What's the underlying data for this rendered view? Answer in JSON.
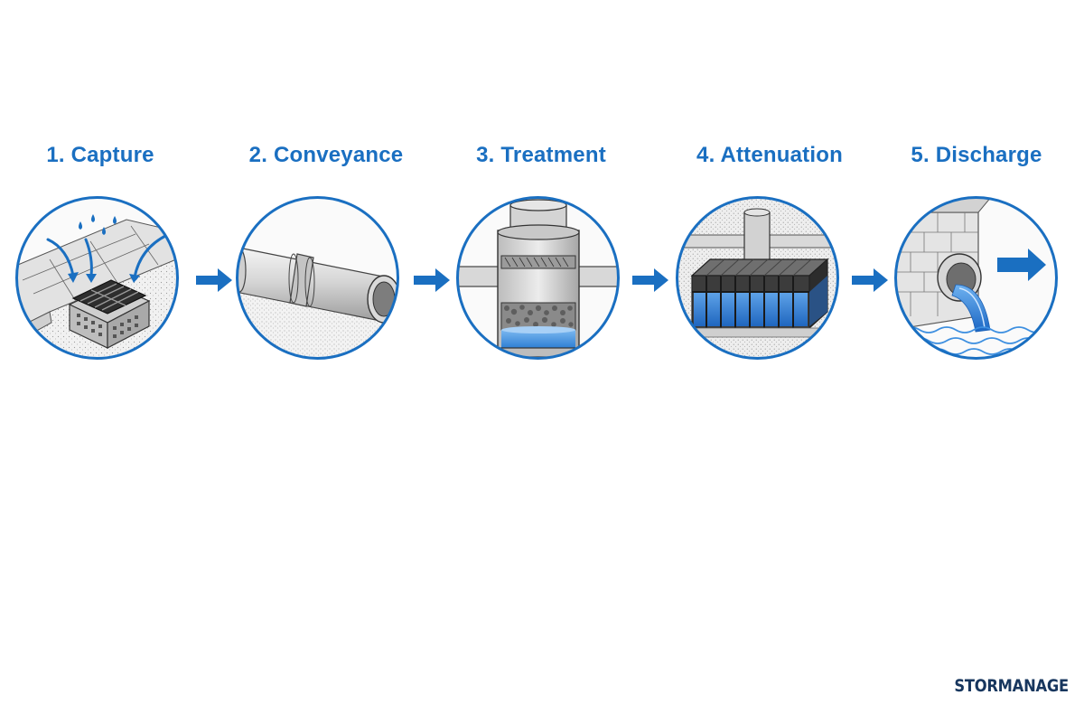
{
  "steps": [
    {
      "title": "1. Capture",
      "icon": "drain-grate-icon"
    },
    {
      "title": "2. Conveyance",
      "icon": "pipe-icon"
    },
    {
      "title": "3. Treatment",
      "icon": "filter-chamber-icon"
    },
    {
      "title": "4. Attenuation",
      "icon": "storage-crate-icon"
    },
    {
      "title": "5. Discharge",
      "icon": "outfall-icon"
    }
  ],
  "brand": {
    "name": "STORMANAGE"
  },
  "colors": {
    "accent": "#1a6fc1",
    "water": "#3d8fe0",
    "brand_text": "#17365e",
    "outline": "#3c3c3c"
  }
}
